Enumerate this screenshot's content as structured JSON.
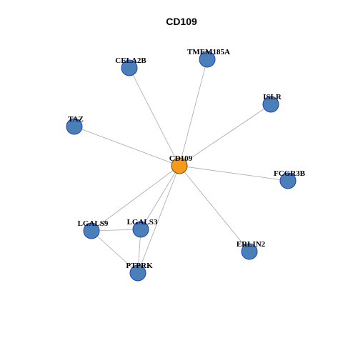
{
  "title": "CD109",
  "colors": {
    "center_fill": "#f59a1b",
    "center_stroke": "#6b4a10",
    "node_fill": "#4a7fb8",
    "node_stroke": "#1f3fbf",
    "edge": "#a8a8a8"
  },
  "nodes": [
    {
      "id": "CD109",
      "label": "CD109",
      "center": true
    },
    {
      "id": "TMEM185A",
      "label": "TMEM185A"
    },
    {
      "id": "CELA2B",
      "label": "CELA2B"
    },
    {
      "id": "ISLR",
      "label": "ISLR"
    },
    {
      "id": "TAZ",
      "label": "TAZ"
    },
    {
      "id": "FCGR3B",
      "label": "FCGR3B"
    },
    {
      "id": "LGALS9",
      "label": "LGALS9"
    },
    {
      "id": "LGALS3",
      "label": "LGALS3"
    },
    {
      "id": "ERLIN2",
      "label": "ERLIN2"
    },
    {
      "id": "PTPRK",
      "label": "PTPRK"
    }
  ],
  "edges": [
    [
      "CD109",
      "TMEM185A"
    ],
    [
      "CD109",
      "CELA2B"
    ],
    [
      "CD109",
      "ISLR"
    ],
    [
      "CD109",
      "TAZ"
    ],
    [
      "CD109",
      "FCGR3B"
    ],
    [
      "CD109",
      "ERLIN2"
    ],
    [
      "CD109",
      "LGALS9"
    ],
    [
      "CD109",
      "LGALS3"
    ],
    [
      "CD109",
      "PTPRK"
    ],
    [
      "LGALS9",
      "LGALS3"
    ],
    [
      "LGALS9",
      "PTPRK"
    ],
    [
      "LGALS3",
      "PTPRK"
    ]
  ]
}
